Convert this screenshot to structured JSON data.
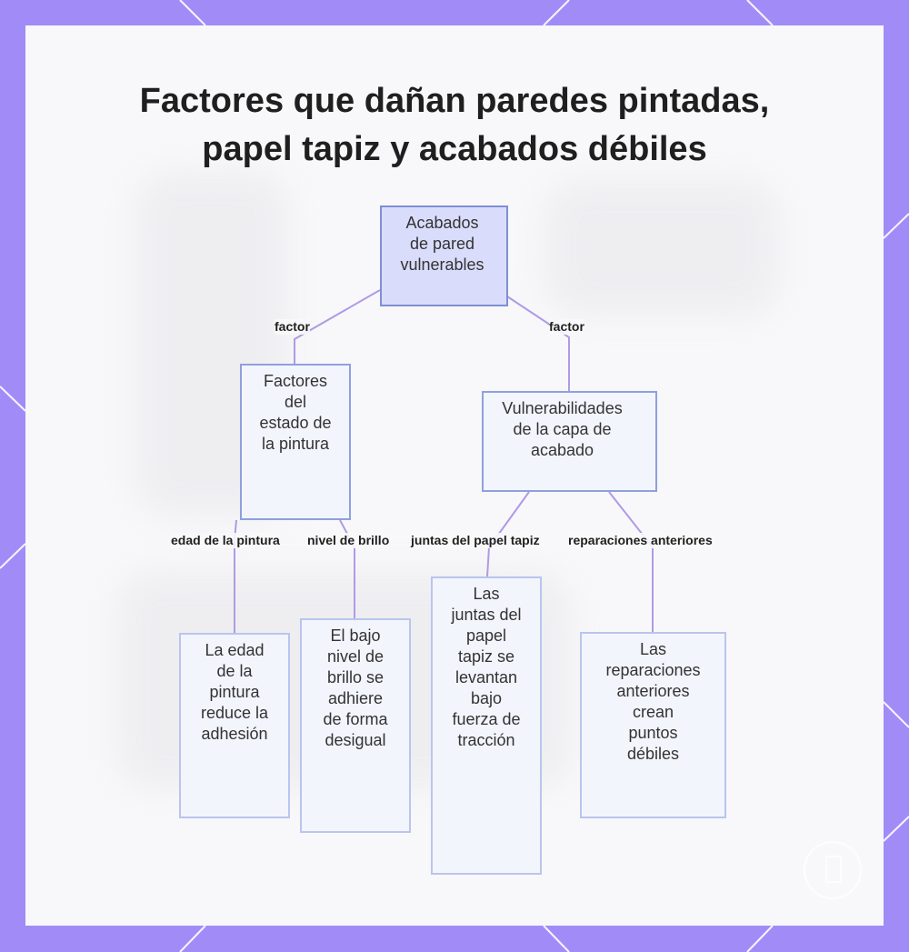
{
  "title": "Factores que dañan paredes pintadas,\npapel tapiz y acabados débiles",
  "nodes": {
    "root": "Acabados\nde pared\nvulnerables",
    "paint": "Factores\ndel\nestado de\nla pintura",
    "layer": "Vulnerabilidades\nde la capa de\nacabado",
    "age": "La edad\nde la\npintura\nreduce la\nadhesión",
    "gloss": "El bajo\nnivel de\nbrillo se\nadhiere\nde forma\ndesigual",
    "seams": "Las\njuntas del\npapel\ntapiz se\nlevantan\nbajo\nfuerza de\ntracción",
    "repairs": "Las\nreparaciones\nanteriores\ncrean\npuntos\ndébiles"
  },
  "edges": {
    "root_paint": "factor",
    "root_layer": "factor",
    "paint_age": "edad de la pintura",
    "paint_gloss": "nivel de brillo",
    "layer_seams": "juntas del papel tapiz",
    "layer_repairs": "reparaciones anteriores"
  },
  "colors": {
    "frame": "#a18cf7",
    "edge": "#b09ae6",
    "node_fill": "#f3f5fd",
    "root_fill": "#dadcfb"
  }
}
